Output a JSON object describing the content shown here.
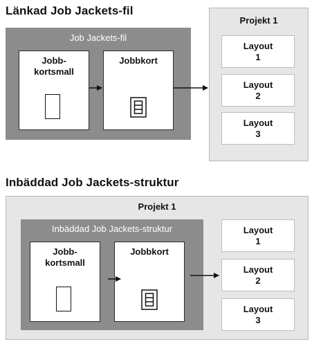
{
  "top": {
    "heading": "Länkad Job Jackets-fil",
    "file_panel_title": "Job Jackets-fil",
    "template_card_label": "Jobb-\nkortsmall",
    "jobcard_label": "Jobbkort",
    "project_title": "Projekt 1",
    "layouts": [
      "Layout\n1",
      "Layout\n2",
      "Layout\n3"
    ]
  },
  "bottom": {
    "heading": "Inbäddad Job Jackets-struktur",
    "project_title": "Projekt 1",
    "structure_panel_title": "Inbäddad Job Jackets-struktur",
    "template_card_label": "Jobb-\nkortsmall",
    "jobcard_label": "Jobbkort",
    "layouts": [
      "Layout\n1",
      "Layout\n2",
      "Layout\n3"
    ]
  }
}
